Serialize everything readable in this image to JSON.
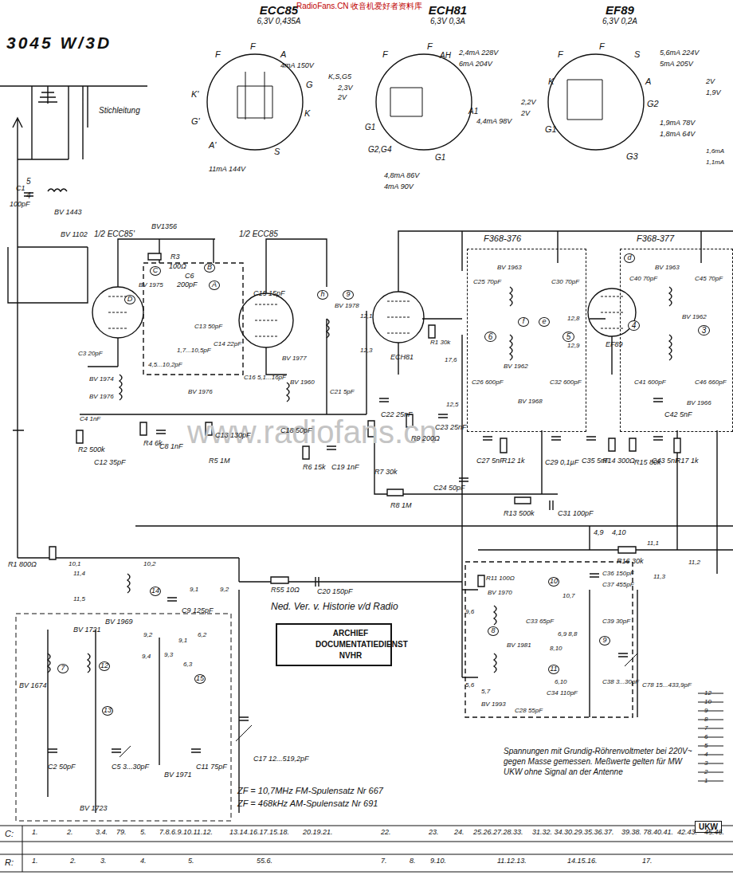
{
  "diagram": {
    "title": "3045 W/3D",
    "nodes": [
      {
        "text": [
          "ECC85",
          "6,3V 0,435A"
        ]
      },
      {
        "text": [
          "ECH81",
          "6,3V 0,3A"
        ]
      },
      {
        "text": [
          "EF89",
          "6,3V 0,2A"
        ]
      },
      {
        "text": [
          "F368-376"
        ]
      },
      {
        "text": [
          "F368-377"
        ]
      },
      {
        "text": [
          "ARCHIEF DOCUMENTATIEDIENST NVHR"
        ]
      },
      {
        "text": [
          "UKW"
        ]
      }
    ],
    "labels": [
      "RadioFans.CN 收音机爱好者资料库",
      "Stichleitung",
      "5",
      "4",
      "BV 1443",
      "BV 1102",
      "C1",
      "100pF",
      "1/2 ECC85'",
      "1/2 ECC85",
      "BV1356",
      "R3",
      "100Ω",
      "C6",
      "200pF",
      "C",
      "B",
      "A",
      "D",
      "BV 1975",
      "C13 50pF",
      "1,7...10,5pF",
      "4,5...10,2pF",
      "C14 22pF",
      "C15 15pF",
      "C16 5,1...16pF",
      "BV 1977",
      "C3 20pF",
      "BV 1974",
      "BV 1976",
      "C4 1nF",
      "R2 500k",
      "C12 35pF",
      "R4 6k",
      "C8 1nF",
      "BV 1976",
      "C13 130pF",
      "R5 1M",
      "C18 50pF",
      "BV 1960",
      "R6 15k",
      "C19 1nF",
      "BV 1978",
      "h",
      "9",
      "12,1",
      "12,3",
      "C21 5pF",
      "ECH81",
      "R1 30k",
      "17,6",
      "12,5",
      "C22 25nF",
      "R9 200Ω",
      "C23 25nF",
      "R7 30k",
      "C24 50pF",
      "R8 1M",
      "C25 70pF",
      "BV 1963",
      "C30 70pF",
      "f",
      "e",
      "6",
      "5",
      "BV 1962",
      "C26 600pF",
      "C32 600pF",
      "BV 1968",
      "12,8",
      "12,9",
      "EF89",
      "C27 5nF",
      "R12 1k",
      "C29 0,1µF",
      "C35 5nF",
      "R14 300Ω",
      "R15 80k",
      "C43 5nF",
      "R17 1k",
      "C42 5nF",
      "d",
      "C40 70pF",
      "BV 1963",
      "C45 70pF",
      "4",
      "BV 1962",
      "3",
      "C41 600pF",
      "C46 660pF",
      "BV 1966",
      "R13 500k",
      "C31 100pF",
      "4,9",
      "4,10",
      "R16 30k",
      "11,1",
      "11,2",
      "11,3",
      "R1 800Ω",
      "10,1",
      "11,4",
      "11,5",
      "10,2",
      "14",
      "BV 1969",
      "C9 125pF",
      "9,1",
      "9,2",
      "R55 10Ω",
      "C20 150pF",
      "Ned. Ver. v. Historie v/d Radio",
      "BV 1721",
      "9,2",
      "9,4",
      "9,3",
      "9,1",
      "6,2",
      "6,3",
      "15",
      "7",
      "12",
      "BV 1674",
      "13",
      "C2 50pF",
      "C5 3...30pF",
      "BV 1723",
      "BV 1971",
      "C11 75pF",
      "C17 12...519,2pF",
      "ZF = 10,7MHz FM-Spulensatz Nr 667",
      "ZF = 468kHz AM-Spulensatz Nr 691",
      "9,6",
      "R11 100Ω",
      "BV 1970",
      "10",
      "10,7",
      "C36 150pF",
      "C37 455pF",
      "C33 65pF",
      "8",
      "6,9 8,8",
      "BV 1981",
      "C39 30pF",
      "9",
      "8,10",
      "11",
      "6,10",
      "C38 3...30pF",
      "C78 15...433,9pF",
      "5,6",
      "5,7",
      "BV 1993",
      "C28 55pF",
      "C34 110pF",
      "Spannungen mit Grundig-Röhrenvoltmeter bei 220V~ gegen Masse gemessen. Meßwerte gelten für MW UKW ohne Signal an der Antenne",
      "12",
      "10",
      "9",
      "8",
      "7",
      "6",
      "5",
      "4",
      "3",
      "2",
      "1",
      "F",
      "F",
      "A",
      "G",
      "K",
      "S",
      "K'",
      "G'",
      "A'",
      "4mA 150V",
      "11mA 144V",
      "F",
      "F",
      "AH",
      "K,S,G5",
      "2,3V",
      "2V",
      "G1",
      "G2,G4",
      "G1",
      "A1",
      "2,4mA 228V",
      "6mA 204V",
      "4,4mA 98V",
      "4,8mA 86V",
      "4mA 90V",
      "F",
      "F",
      "S",
      "K",
      "A",
      "G2",
      "G1",
      "G3",
      "2,2V",
      "2V",
      "5,6mA 224V",
      "5mA 205V",
      "1,9mA 78V",
      "1,8mA 64V",
      "2V",
      "1,9V",
      "1,6mA",
      "1,1mA",
      "www.radiofans.cn",
      "C:",
      "1.",
      "2.",
      "3.4.",
      "79.",
      "5.",
      "7.8.6.9.10.11.12.",
      "13.14.16.17.15.18.",
      "20.19.21.",
      "22.",
      "23.",
      "24.",
      "25.26.27.28.33.",
      "31.32. 34.30.29.35.36.37.",
      "39.38. 78.40.41.",
      "42.43.",
      "45.46.",
      "R:",
      "1.",
      "2.",
      "3.",
      "4.",
      "5.",
      "55.6.",
      "7.",
      "8.",
      "9.10.",
      "11.12.13.",
      "14.15.16.",
      "17."
    ]
  }
}
